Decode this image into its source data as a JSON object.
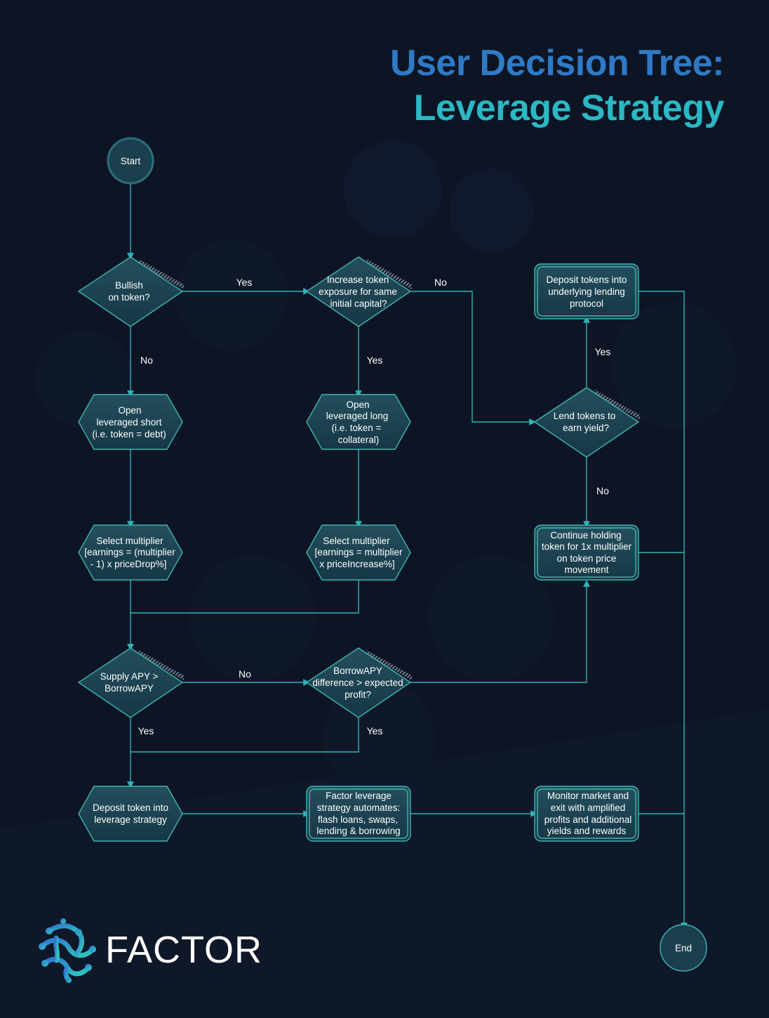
{
  "title": {
    "line1": "User Decision Tree:",
    "line2": "Leverage Strategy"
  },
  "brand": {
    "name": "FACTOR",
    "logo_icon": "factor-network-logo-icon"
  },
  "colors": {
    "background": "#0d1524",
    "title_gradient_start": "#2f6fc4",
    "title_gradient_end": "#2bc6c1",
    "node_fill": "#1d4351",
    "node_stroke": "#3fb6b1",
    "connector": "#2fb3b5",
    "text": "#ffffff"
  },
  "nodes": {
    "start": "Start",
    "end": "End",
    "bullish": [
      "Bullish",
      "on token?"
    ],
    "increase_exposure": [
      "Increase token",
      "exposure for same",
      "initial capital?"
    ],
    "lend_tokens": [
      "Lend tokens to",
      "earn yield?"
    ],
    "deposit_lending": [
      "Deposit tokens into",
      "underlying lending",
      "protocol"
    ],
    "open_short": [
      "Open",
      "leveraged  short",
      "(i.e. token = debt)"
    ],
    "open_long": [
      "Open",
      "leveraged  long",
      "(i.e. token =",
      "collateral)"
    ],
    "continue_holding": [
      "Continue holding",
      "token for 1x multiplier",
      "on token price",
      "movement"
    ],
    "select_short": [
      "Select multiplier",
      "[earnings = (multiplier",
      "- 1) x priceDrop%]"
    ],
    "select_long": [
      "Select multiplier",
      "[earnings = multiplier",
      "x priceIncrease%]"
    ],
    "supply_apy": [
      "Supply APY >",
      "BorrowAPY"
    ],
    "borrow_apy": [
      "BorrowAPY",
      "difference > expected",
      "profit?"
    ],
    "deposit_strategy": [
      "Deposit token into",
      "leverage strategy"
    ],
    "factor_automates": [
      "Factor leverage",
      "strategy automates:",
      "flash loans, swaps,",
      "lending & borrowing"
    ],
    "monitor_market": [
      "Monitor market and",
      "exit with amplified",
      "profits and additional",
      "yields and rewards"
    ]
  },
  "edge_labels": {
    "bullish_yes": "Yes",
    "bullish_no": "No",
    "increase_no": "No",
    "increase_yes": "Yes",
    "lend_yes": "Yes",
    "lend_no": "No",
    "supply_no": "No",
    "supply_yes": "Yes",
    "borrow_yes": "Yes"
  }
}
